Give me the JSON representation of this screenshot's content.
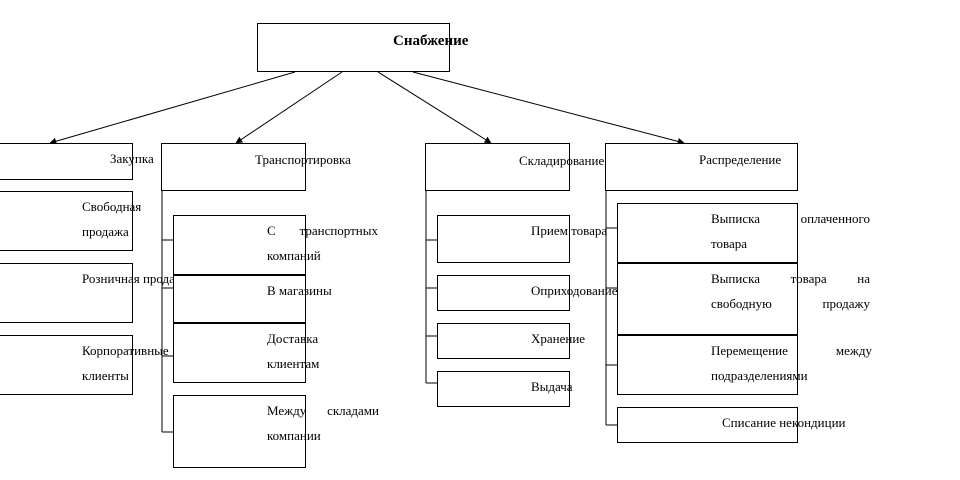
{
  "root": {
    "label": "Снабжение"
  },
  "categories": [
    {
      "label": "Закупка",
      "items": [
        "Свободная\nпродажа",
        "Розничная продажа",
        "Корпоративные\nклиенты"
      ]
    },
    {
      "label": "Транспортировка",
      "items": [
        "С транспортных\nкомпаний",
        "В магазины",
        "Доставка\nклиентам",
        "Между складами\nкомпании"
      ]
    },
    {
      "label": "Складирование",
      "items": [
        "Прием товара",
        "Оприходование",
        "Хранение",
        "Выдача"
      ]
    },
    {
      "label": "Распределение",
      "items": [
        "Выписка оплаченного\nтовара",
        "Выписка товара на\nсвободную продажу",
        "Перемещение между\nподразделениями",
        "Списание некондиции"
      ]
    }
  ]
}
